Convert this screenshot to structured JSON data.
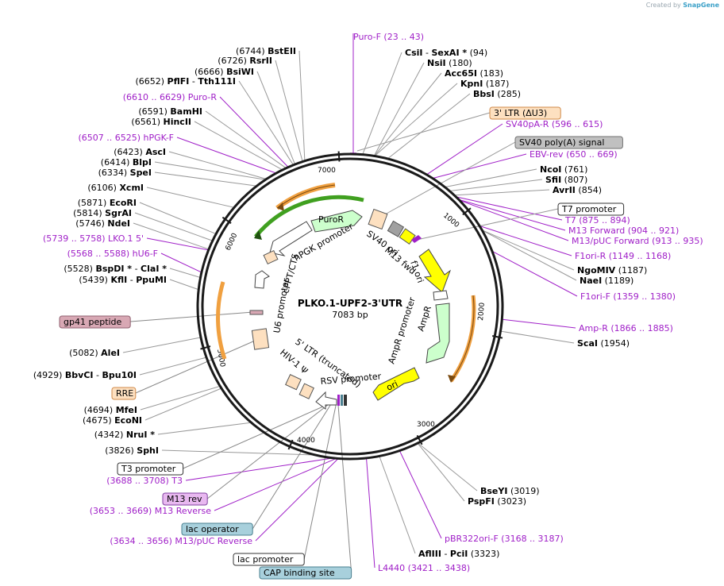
{
  "credit": {
    "prefix": "Created by",
    "brand": "SnapGene"
  },
  "plasmid": {
    "name": "PLKO.1-UPF2-3'UTR",
    "length_label": "7083 bp",
    "length": 7083
  },
  "ticks": [
    "1000",
    "2000",
    "3000",
    "4000",
    "5000",
    "6000",
    "7000"
  ],
  "sites_left": [
    {
      "pos": "(6744)",
      "name": "BstEII"
    },
    {
      "pos": "(6726)",
      "name": "RsrII"
    },
    {
      "pos": "(6666)",
      "name": "BsiWI"
    },
    {
      "pos": "(6652)",
      "name": "PflFI",
      "sep": "-",
      "name2": "Tth111I"
    },
    {
      "pos": "(6610 .. 6629)",
      "name": "Puro-R",
      "primer": true
    },
    {
      "pos": "(6591)",
      "name": "BamHI"
    },
    {
      "pos": "(6561)",
      "name": "HincII"
    },
    {
      "pos": "(6507 .. 6525)",
      "name": "hPGK-F",
      "primer": true
    },
    {
      "pos": "(6423)",
      "name": "AscI"
    },
    {
      "pos": "(6414)",
      "name": "BlpI"
    },
    {
      "pos": "(6334)",
      "name": "SpeI"
    },
    {
      "pos": "(6106)",
      "name": "XcmI"
    },
    {
      "pos": "(5871)",
      "name": "EcoRI"
    },
    {
      "pos": "(5814)",
      "name": "SgrAI"
    },
    {
      "pos": "(5746)",
      "name": "NdeI"
    },
    {
      "pos": "(5739 .. 5758)",
      "name": "LKO.1 5'",
      "primer": true
    },
    {
      "pos": "(5568 .. 5588)",
      "name": "hU6-F",
      "primer": true
    },
    {
      "pos": "(5528)",
      "name": "BspDI *",
      "sep": "-",
      "name2": "ClaI *"
    },
    {
      "pos": "(5439)",
      "name": "KflI",
      "sep": "-",
      "name2": "PpuMI"
    },
    {
      "pos": "(5082)",
      "name": "AleI"
    },
    {
      "pos": "(4929)",
      "name": "BbvCI",
      "sep": "-",
      "name2": "Bpu10I"
    },
    {
      "pos": "(4694)",
      "name": "MfeI"
    },
    {
      "pos": "(4675)",
      "name": "EcoNI"
    },
    {
      "pos": "(4342)",
      "name": "NruI *"
    },
    {
      "pos": "(3826)",
      "name": "SphI"
    },
    {
      "pos": "(3688 .. 3708)",
      "name": "T3",
      "primer": true
    },
    {
      "pos": "(3653 .. 3669)",
      "name": "M13 Reverse",
      "primer": true
    },
    {
      "pos": "(3634 .. 3656)",
      "name": "M13/pUC Reverse",
      "primer": true
    }
  ],
  "sites_right": [
    {
      "name": "Puro-F",
      "pos": "(23 .. 43)",
      "primer": true
    },
    {
      "name": "CsiI",
      "sep": "-",
      "name2": "SexAI *",
      "pos": "(94)"
    },
    {
      "name": "NsiI",
      "pos": "(180)"
    },
    {
      "name": "Acc65I",
      "pos": "(183)"
    },
    {
      "name": "KpnI",
      "pos": "(187)"
    },
    {
      "name": "BbsI",
      "pos": "(285)"
    },
    {
      "name": "SV40pA-R",
      "pos": "(596 .. 615)",
      "primer": true
    },
    {
      "name": "EBV-rev",
      "pos": "(650 .. 669)",
      "primer": true
    },
    {
      "name": "NcoI",
      "pos": "(761)"
    },
    {
      "name": "SfiI",
      "pos": "(807)"
    },
    {
      "name": "AvrII",
      "pos": "(854)"
    },
    {
      "name": "T7",
      "pos": "(875 .. 894)",
      "primer": true
    },
    {
      "name": "M13 Forward",
      "pos": "(904 .. 921)",
      "primer": true
    },
    {
      "name": "M13/pUC Forward",
      "pos": "(913 .. 935)",
      "primer": true
    },
    {
      "name": "F1ori-R",
      "pos": "(1149 .. 1168)",
      "primer": true
    },
    {
      "name": "NgoMIV",
      "pos": "(1187)"
    },
    {
      "name": "NaeI",
      "pos": "(1189)"
    },
    {
      "name": "F1ori-F",
      "pos": "(1359 .. 1380)",
      "primer": true
    },
    {
      "name": "Amp-R",
      "pos": "(1866 .. 1885)",
      "primer": true
    },
    {
      "name": "ScaI",
      "pos": "(1954)"
    },
    {
      "name": "BseYI",
      "pos": "(3019)"
    },
    {
      "name": "PspFI",
      "pos": "(3023)"
    },
    {
      "name": "pBR322ori-F",
      "pos": "(3168 .. 3187)",
      "primer": true
    },
    {
      "name": "AflIII",
      "sep": "-",
      "name2": "PciI",
      "pos": "(3323)"
    },
    {
      "name": "L4440",
      "pos": "(3421 .. 3438)",
      "primer": true
    }
  ],
  "boxed_features": [
    {
      "text": "3' LTR (ΔU3)",
      "color": "#fde0c0",
      "border": "#d08a4a"
    },
    {
      "text": "SV40 poly(A) signal",
      "color": "#c0c0c0",
      "border": "#707070"
    },
    {
      "text": "T7 promoter",
      "color": "#ffffff",
      "border": "#333333"
    },
    {
      "text": "gp41 peptide",
      "color": "#d8a8b4",
      "border": "#906070"
    },
    {
      "text": "RRE",
      "color": "#fde0c0",
      "border": "#d08a4a"
    },
    {
      "text": "T3 promoter",
      "color": "#ffffff",
      "border": "#333333"
    },
    {
      "text": "M13 rev",
      "color": "#e8b8f0",
      "border": "#8040a0"
    },
    {
      "text": "lac operator",
      "color": "#a8d0dc",
      "border": "#4a8090"
    },
    {
      "text": "lac promoter",
      "color": "#ffffff",
      "border": "#333333"
    },
    {
      "text": "CAP binding site",
      "color": "#a8d0dc",
      "border": "#4a8090"
    }
  ],
  "inner_features": [
    "PuroR",
    "hPGK promoter",
    "cPPT/CTS",
    "U6 promoter",
    "SV40 ori",
    "M13 fwd",
    "f1 ori",
    "AmpR promoter",
    "AmpR",
    "ori",
    "RSV promoter",
    "5' LTR (truncated)",
    "HIV-1 Ψ"
  ],
  "colors": {
    "primer": "#a020c8",
    "enzyme_line": "#999999",
    "backbone": "#1a1a1a",
    "yellow_arrow": "#ffff00",
    "green_arrow": "#ccffcc",
    "orange_arc": "#f0a040",
    "green_arc": "#40a020"
  }
}
